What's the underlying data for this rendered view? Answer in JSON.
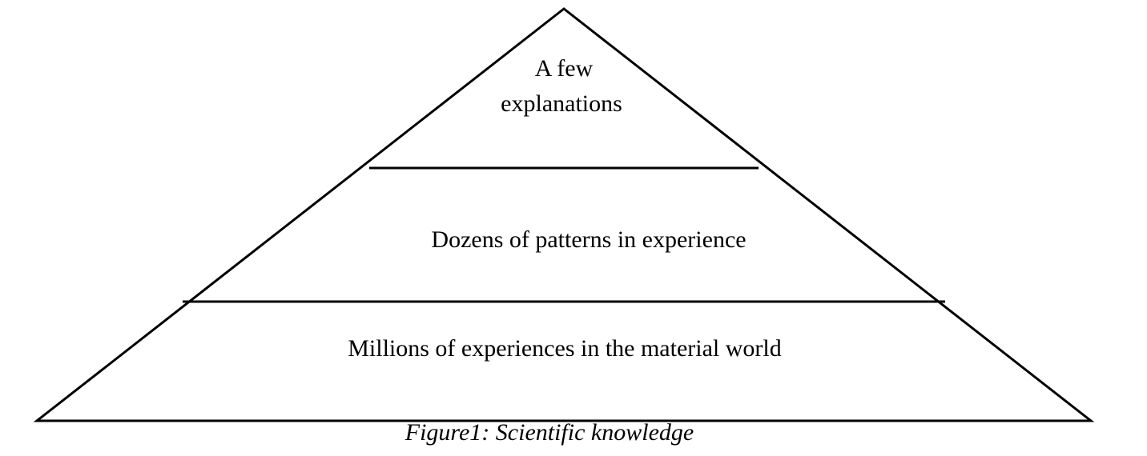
{
  "diagram": {
    "tiers": {
      "top": {
        "line1": "A few",
        "line2": "explanations"
      },
      "middle": {
        "label": "Dozens of patterns in experience"
      },
      "bottom": {
        "label": "Millions of experiences in the material world"
      }
    },
    "caption": "Figure1: Scientific knowledge",
    "colors": {
      "stroke": "#000000",
      "text": "#000000",
      "background": "#ffffff"
    }
  }
}
